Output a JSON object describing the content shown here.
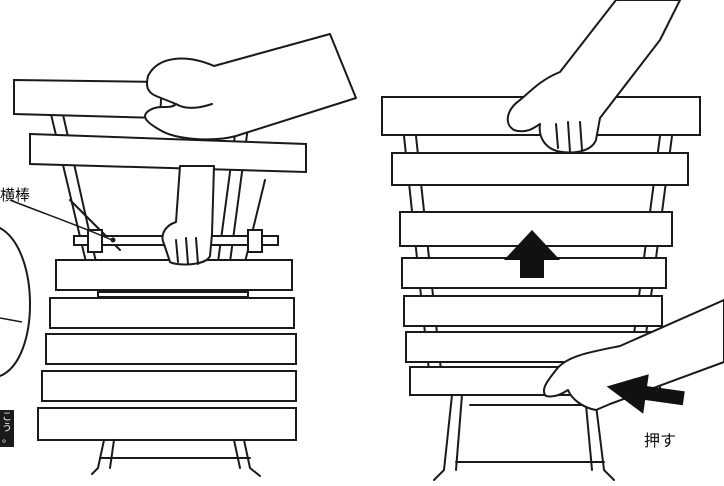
{
  "labels": {
    "crossbar": "横棒",
    "push": "押す",
    "badge": "こ\nう\n。"
  },
  "colors": {
    "ink": "#1a1a1a",
    "paper": "#ffffff",
    "arrow": "#111111"
  },
  "icons": {
    "up_arrow": "up-arrow-icon",
    "push_arrow": "left-arrow-icon"
  }
}
